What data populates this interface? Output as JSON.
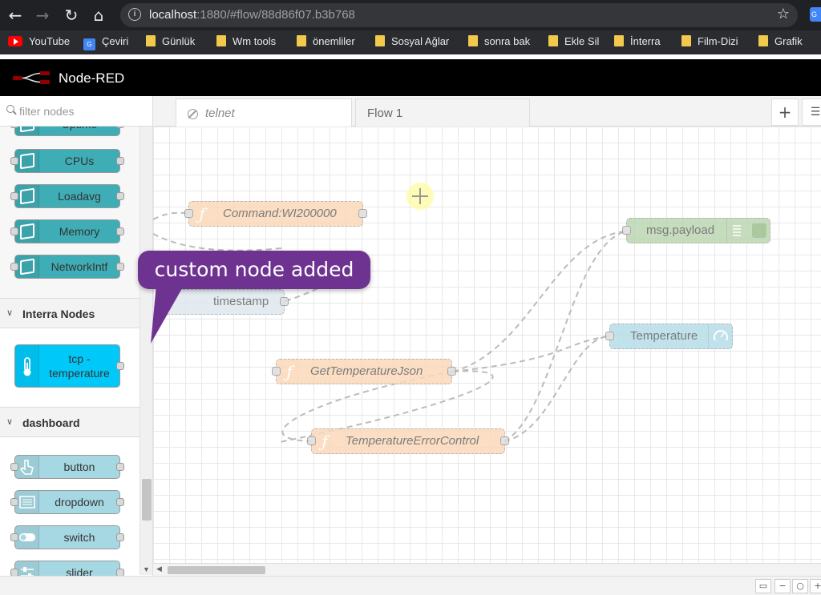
{
  "browser": {
    "url_host": "localhost",
    "url_rest": ":1880/#flow/88d86f07.b3b768",
    "back_icon": "arrow-left-icon",
    "forward_icon": "arrow-right-icon",
    "reload_icon": "reload-icon",
    "home_icon": "home-icon",
    "star_icon": "star-icon",
    "ext_label": "G"
  },
  "bookmarks": [
    {
      "label": "YouTube",
      "icon": "youtube-icon"
    },
    {
      "label": "Çeviri",
      "icon": "google-translate-icon"
    },
    {
      "label": "Günlük",
      "icon": "folder-icon"
    },
    {
      "label": "Wm tools",
      "icon": "folder-icon"
    },
    {
      "label": "önemliler",
      "icon": "folder-icon"
    },
    {
      "label": "Sosyal Ağlar",
      "icon": "folder-icon"
    },
    {
      "label": "sonra bak",
      "icon": "folder-icon"
    },
    {
      "label": "Ekle Sil",
      "icon": "folder-icon"
    },
    {
      "label": "İnterra",
      "icon": "folder-icon"
    },
    {
      "label": "Film-Dizi",
      "icon": "folder-icon"
    },
    {
      "label": "Grafik",
      "icon": "folder-icon"
    }
  ],
  "app": {
    "title": "Node-RED"
  },
  "palette": {
    "filter_placeholder": "filter nodes",
    "nodes_top": [
      {
        "label": "Uptime"
      },
      {
        "label": "CPUs"
      },
      {
        "label": "Loadavg"
      },
      {
        "label": "Memory"
      },
      {
        "label": "NetworkIntf"
      }
    ],
    "category_interra": "Interra Nodes",
    "interra_node_line1": "tcp -",
    "interra_node_line2": "temperature",
    "category_dashboard": "dashboard",
    "dashboard_nodes": [
      {
        "label": "button"
      },
      {
        "label": "dropdown"
      },
      {
        "label": "switch"
      },
      {
        "label": "slider"
      }
    ]
  },
  "tabs": [
    {
      "label": "telnet",
      "disabled": true
    },
    {
      "label": "Flow 1",
      "disabled": false
    }
  ],
  "add_tab_label": "+",
  "list_tabs_label": "☰",
  "flow_nodes": {
    "command": "Command:WI200000",
    "timestamp": "timestamp",
    "msg_payload": "msg.payload",
    "temperature": "Temperature",
    "get_temp": "GetTemperatureJson",
    "temp_error": "TemperatureErrorControl"
  },
  "callout": "custom node added",
  "footer": {
    "map_icon": "map-icon",
    "zoom_out": "−",
    "zoom_reset": "○",
    "zoom_in": "+"
  },
  "colors": {
    "function_node": "#fbd9b9",
    "debug_node": "#bcd6b2",
    "gauge_node": "#b7dde8",
    "os_node": "#3fadb5",
    "custom_node": "#00c8f8",
    "callout": "#6e3391"
  }
}
